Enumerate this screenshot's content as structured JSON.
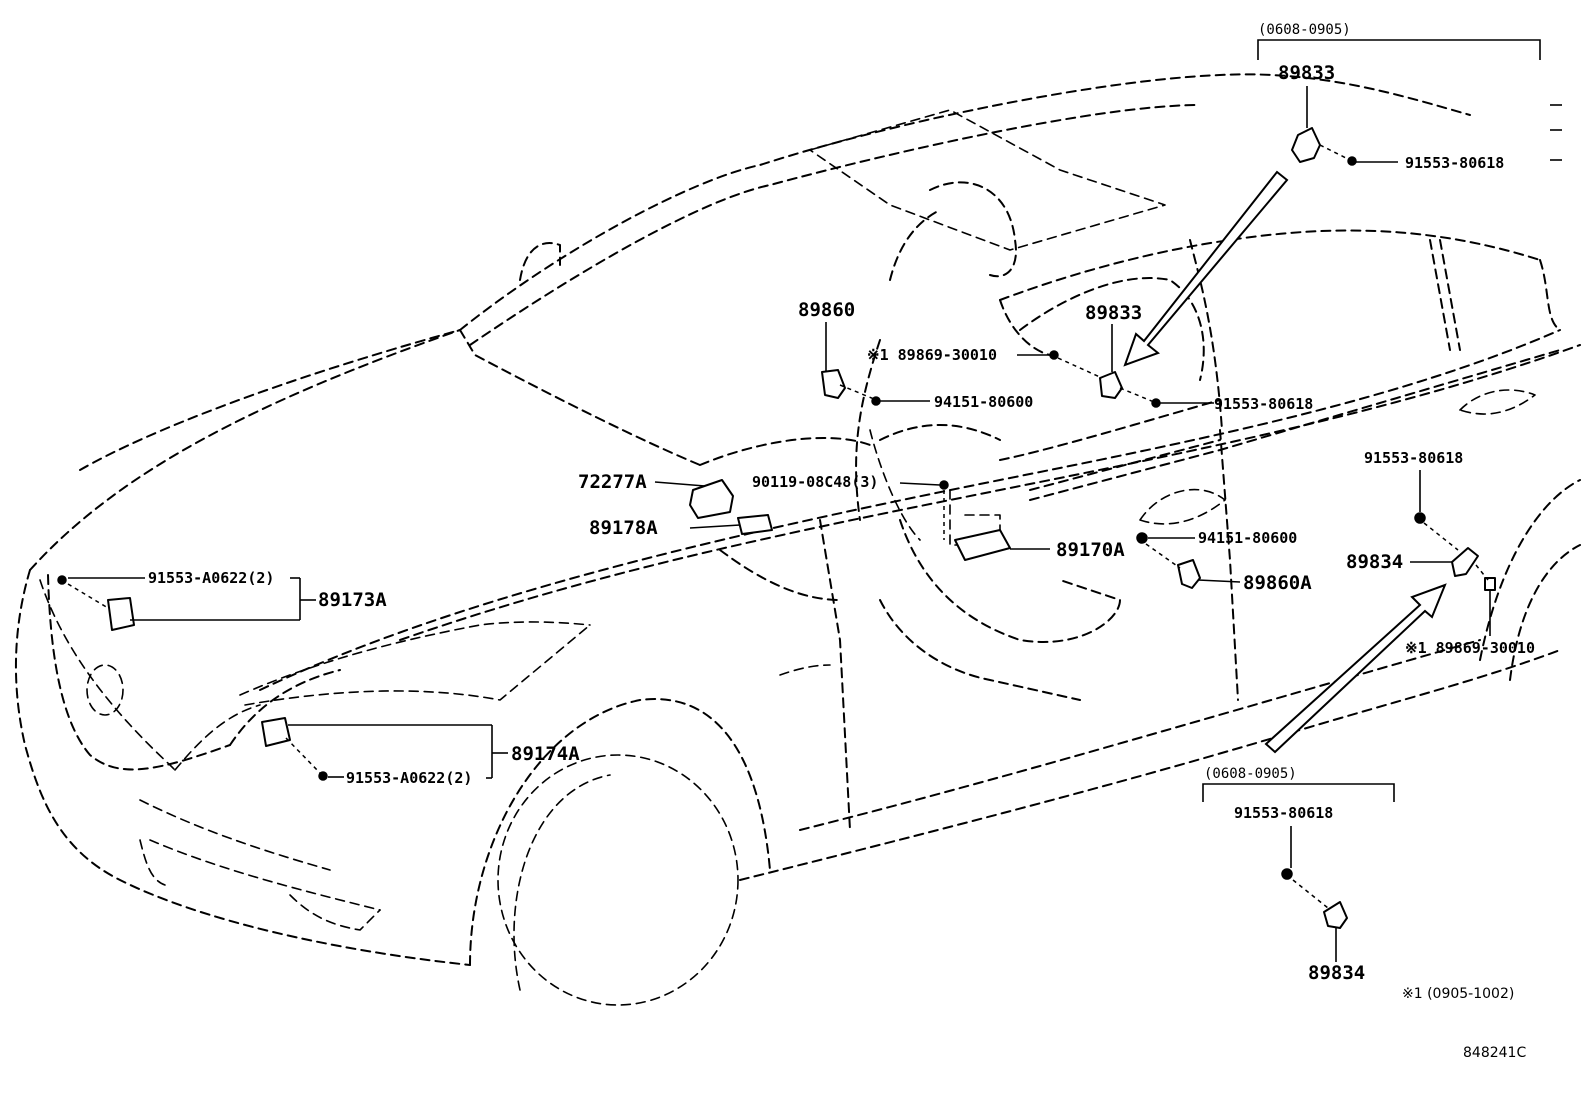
{
  "diagram_id": "848241C",
  "note": "※1 (0905-1002)",
  "date_ranges": {
    "top": "(0608-0905)",
    "bottom": "(0608-0905)"
  },
  "labels": {
    "p89833_top": "89833",
    "p91553_80618_top": "91553-80618",
    "p89860": "89860",
    "p89869_30010_mid": "※1 89869-30010",
    "p89833_mid": "89833",
    "p94151_80600_upper": "94151-80600",
    "p91553_80618_mid": "91553-80618",
    "p72277A": "72277A",
    "p90119_08C48": "90119-08C48(3)",
    "p89178A": "89178A",
    "p89170A": "89170A",
    "p94151_80600_lower": "94151-80600",
    "p89860A": "89860A",
    "p91553_80618_right": "91553-80618",
    "p89834_right": "89834",
    "p89869_30010_right": "※1 89869-30010",
    "p91553_A0622_front": "91553-A0622(2)",
    "p89173A": "89173A",
    "p89174A": "89174A",
    "p91553_A0622_lower": "91553-A0622(2)",
    "p91553_80618_bottom": "91553-80618",
    "p89834_bottom": "89834"
  }
}
